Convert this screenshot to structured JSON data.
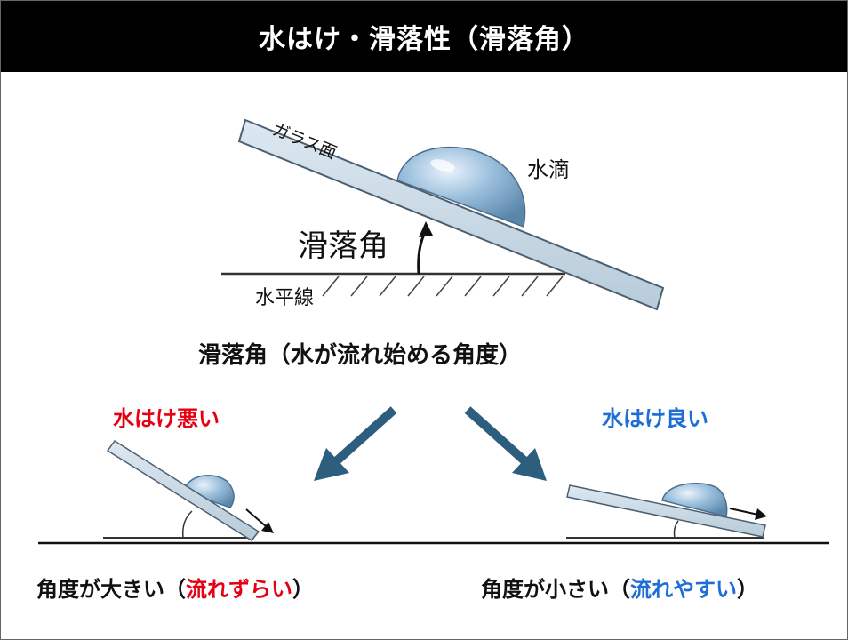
{
  "title": "水はけ・滑落性（滑落角）",
  "main_diagram": {
    "glass_label": "ガラス面",
    "droplet_label": "水滴",
    "angle_label": "滑落角",
    "horizon_label": "水平線"
  },
  "definition": "滑落角（水が流れ始める角度）",
  "bad_case": {
    "heading": "水はけ悪い",
    "caption_prefix": "角度が大きい（",
    "caption_highlight": "流れずらい",
    "caption_suffix": "）"
  },
  "good_case": {
    "heading": "水はけ良い",
    "caption_prefix": "角度が小さい（",
    "caption_highlight": "流れやすい",
    "caption_suffix": "）"
  },
  "colors": {
    "header_bg": "#000000",
    "bad": "#e60012",
    "good": "#1d6fd6",
    "arrow": "#2e5e7e",
    "glass_fill": "#c9dae6",
    "glass_stroke": "#4d5f70"
  }
}
